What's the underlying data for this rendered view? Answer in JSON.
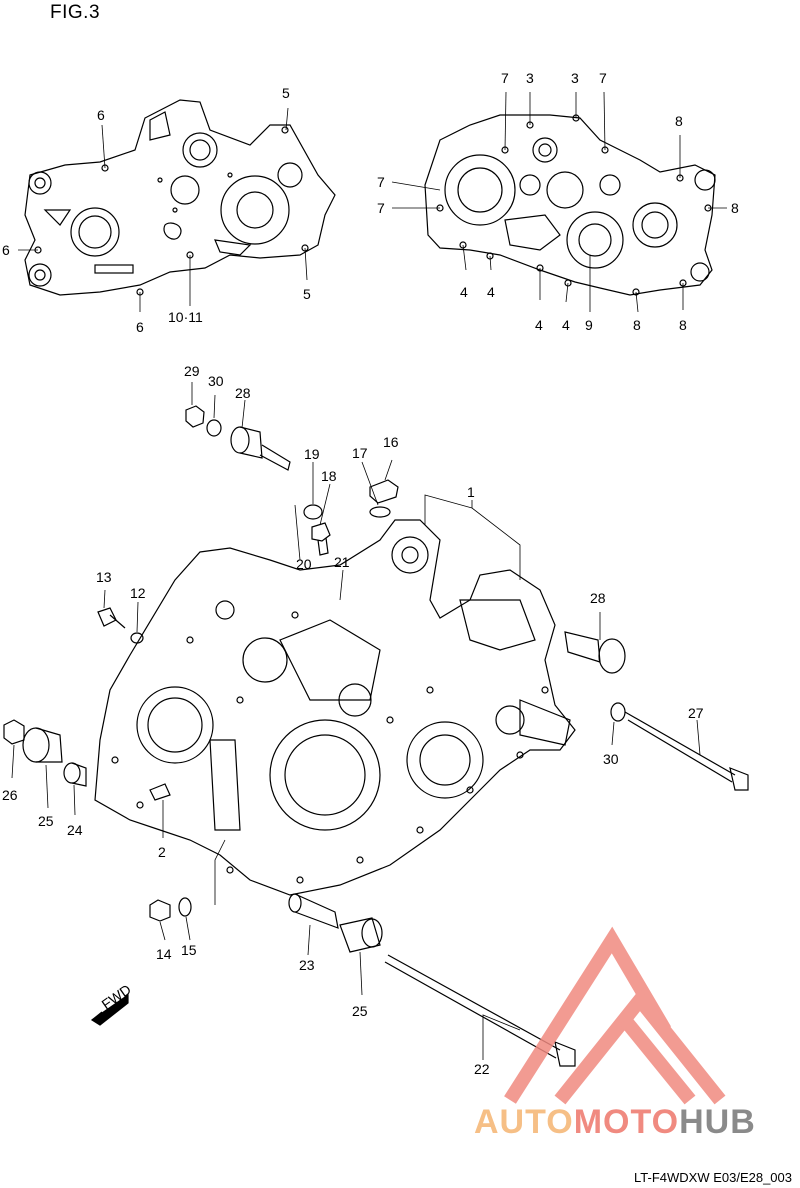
{
  "figure": {
    "title": "FIG.3",
    "code": "LT-F4WDXW E03/E28_003"
  },
  "watermark": {
    "part1": "AUTO",
    "part2": "MOTO",
    "part3": "HUB",
    "colors": {
      "auto": "#f6bf86",
      "moto": "#f08a80",
      "hub": "#8a8a8a",
      "triangle": "#f08a80"
    }
  },
  "fwd_label": "FWD",
  "callouts": {
    "c1": "1",
    "c2": "2",
    "c3a": "3",
    "c3b": "3",
    "c4a": "4",
    "c4b": "4",
    "c4c": "4",
    "c4d": "4",
    "c5a": "5",
    "c5b": "5",
    "c6a": "6",
    "c6b": "6",
    "c6c": "6",
    "c7a": "7",
    "c7b": "7",
    "c7c": "7",
    "c7d": "7",
    "c8a": "8",
    "c8b": "8",
    "c8c": "8",
    "c8d": "8",
    "c9": "9",
    "c1011": "10·11",
    "c12": "12",
    "c13": "13",
    "c14": "14",
    "c15": "15",
    "c16": "16",
    "c17": "17",
    "c18": "18",
    "c19": "19",
    "c20": "20",
    "c21": "21",
    "c22": "22",
    "c23": "23",
    "c24": "24",
    "c25a": "25",
    "c25b": "25",
    "c26": "26",
    "c27": "27",
    "c28a": "28",
    "c28b": "28",
    "c29": "29",
    "c30a": "30",
    "c30b": "30"
  }
}
